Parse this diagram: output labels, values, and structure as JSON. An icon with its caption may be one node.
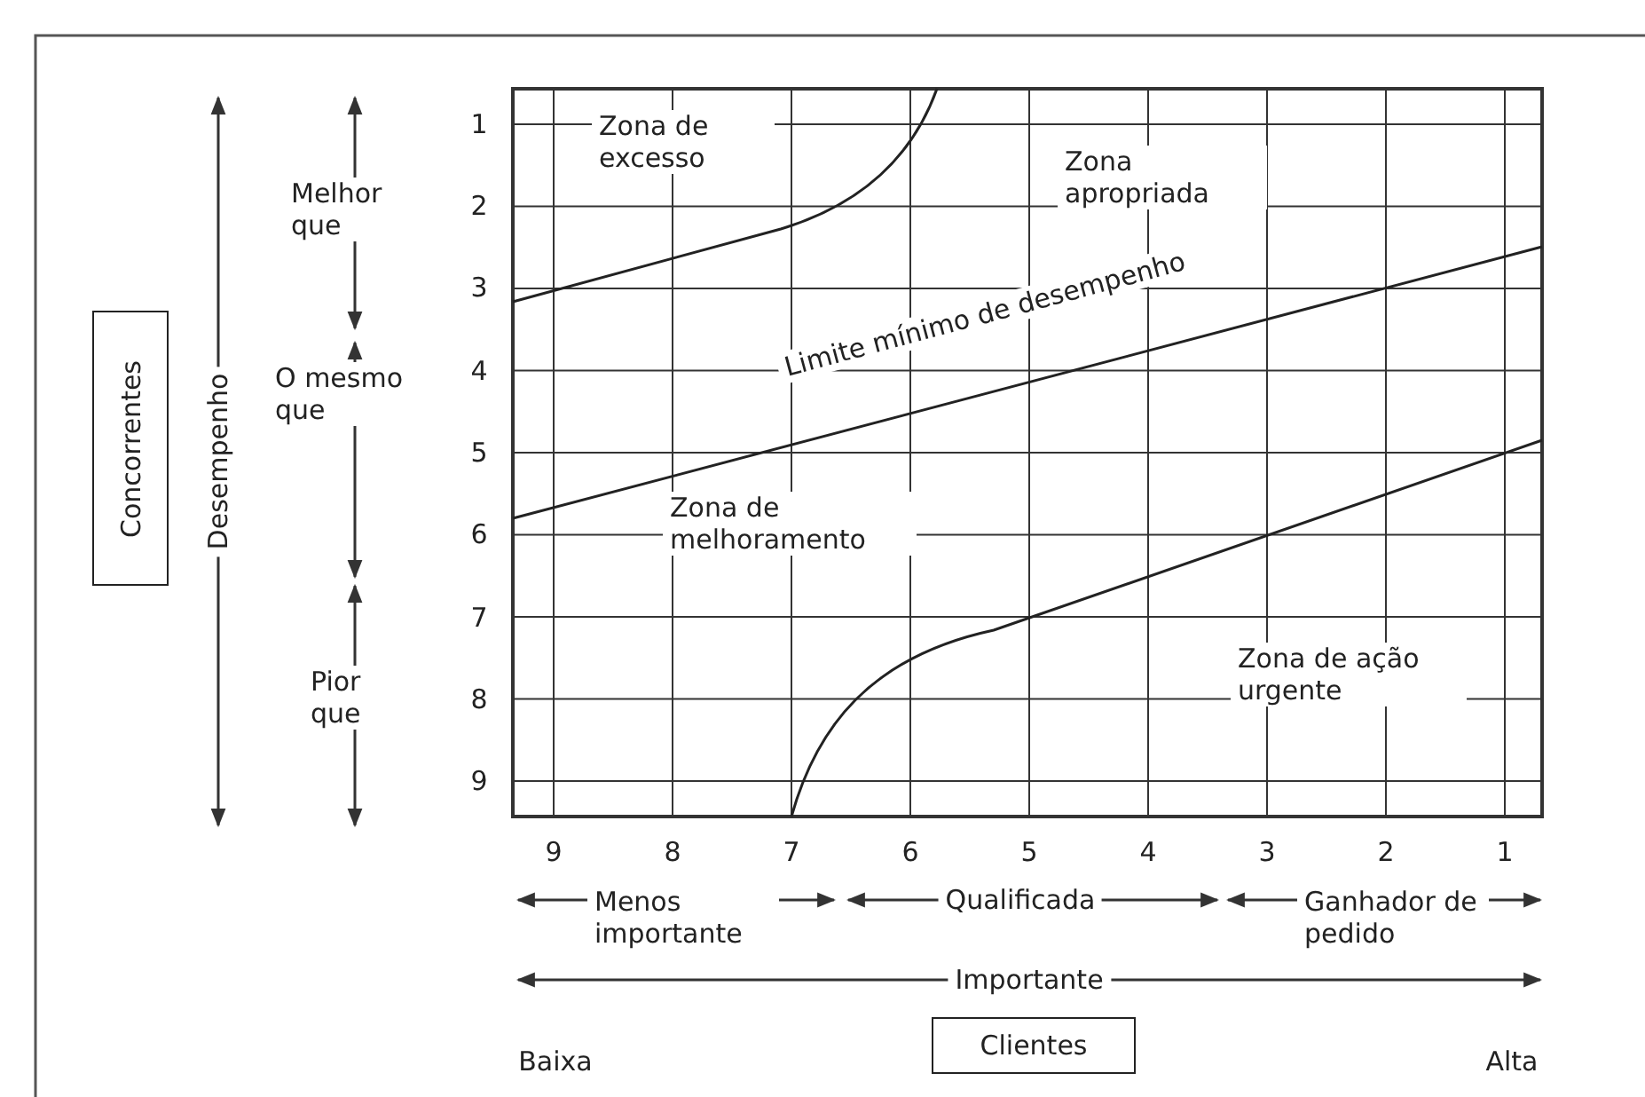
{
  "diagram": {
    "nodes": [
      {
        "text": [
          "Concorrentes"
        ]
      },
      {
        "text": [
          "Clientes"
        ]
      }
    ],
    "labels": [
      "1",
      "Zona de excesso",
      "Zona apropriada",
      "Melhor que",
      "2",
      "3",
      "Limite mínimo de desempenho",
      "Desempenho",
      "4",
      "O mesmo que",
      "5",
      "Zona de melhoramento",
      "6",
      "7",
      "Pior que",
      "8",
      "Zona de ação urgente",
      "9",
      "9",
      "8",
      "7",
      "6",
      "5",
      "4",
      "3",
      "2",
      "1",
      "Menos importante",
      "Qualificada",
      "Ganhador de pedido",
      "Importante",
      "Baixa",
      "Alta"
    ]
  }
}
